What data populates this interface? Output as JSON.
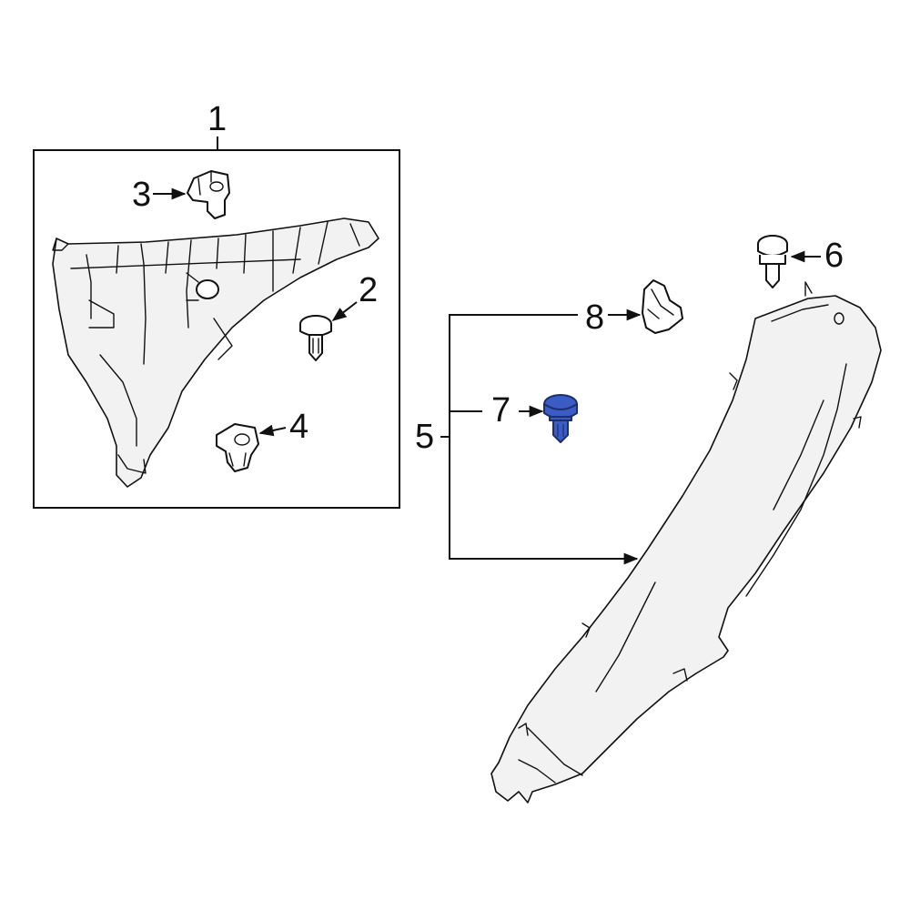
{
  "diagram": {
    "highlight_color": "#3b5cc4",
    "highlighted_part": "7",
    "callouts": {
      "c1": "1",
      "c2": "2",
      "c3": "3",
      "c4": "4",
      "c5": "5",
      "c6": "6",
      "c7": "7",
      "c8": "8"
    }
  }
}
